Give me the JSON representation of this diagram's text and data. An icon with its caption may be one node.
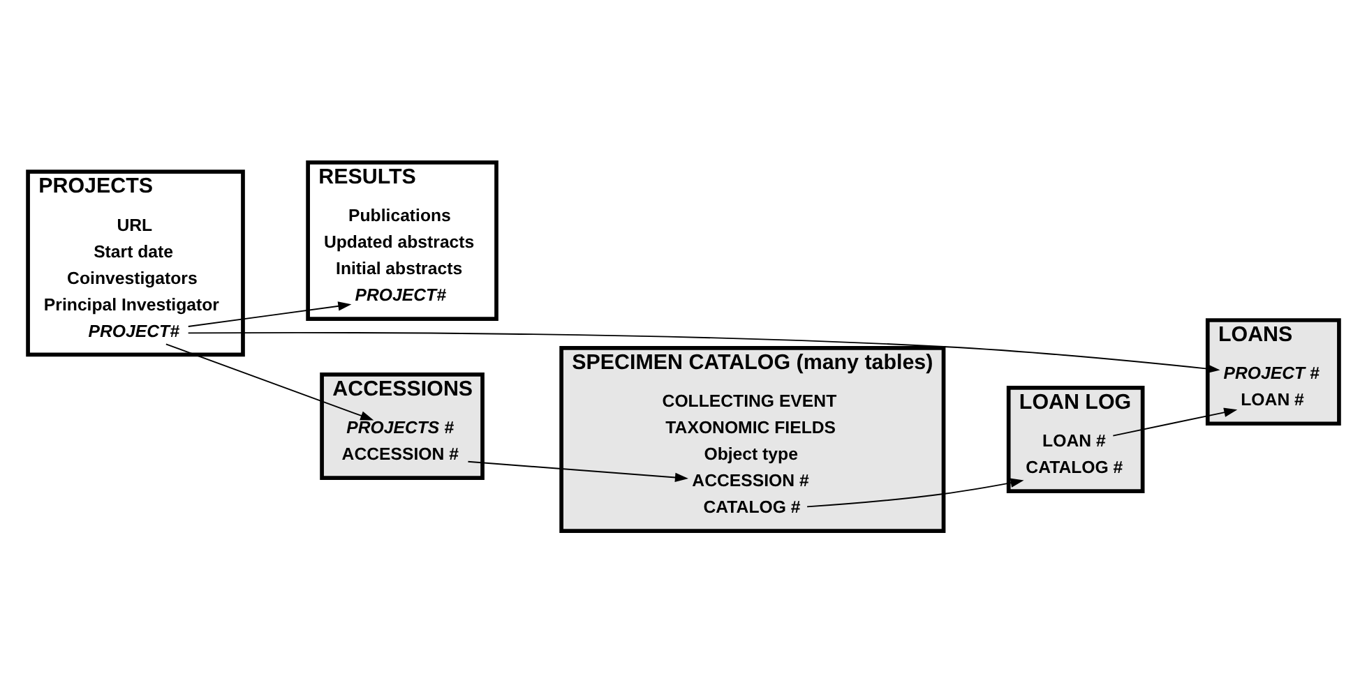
{
  "diagram": {
    "nodes": [
      {
        "text": [
          "PROJECTS"
        ]
      },
      {
        "text": [
          "PROJECT#"
        ],
        "in": 0
      },
      {
        "text": [
          "Principal Investigator"
        ],
        "in": 0
      },
      {
        "text": [
          "Coinvestigators"
        ],
        "in": 0
      },
      {
        "text": [
          "Start date"
        ],
        "in": 0
      },
      {
        "text": [
          "URL"
        ],
        "in": 0
      },
      {
        "text": [
          "RESULTS"
        ]
      },
      {
        "text": [
          "PROJECT#"
        ],
        "in": 6
      },
      {
        "text": [
          "Initial abstracts"
        ],
        "in": 6
      },
      {
        "text": [
          "Updated abstracts"
        ],
        "in": 6
      },
      {
        "text": [
          "Publications"
        ],
        "in": 6
      },
      {
        "text": [
          "LOANS"
        ]
      },
      {
        "text": [
          "LOAN #"
        ],
        "in": 11
      },
      {
        "text": [
          "PROJECT #"
        ],
        "in": 11
      },
      {
        "text": [
          "ACCESSIONS"
        ]
      },
      {
        "text": [
          "ACCESSION #"
        ],
        "in": 14
      },
      {
        "text": [
          "PROJECTS #"
        ],
        "in": 14
      },
      {
        "text": [
          "SPECIMEN CATALOG (many tables)"
        ]
      },
      {
        "text": [
          "CATALOG #"
        ],
        "in": 17
      },
      {
        "text": [
          "ACCESSION #"
        ],
        "in": 17
      },
      {
        "text": [
          "Object type"
        ],
        "in": 17
      },
      {
        "text": [
          "TAXONOMIC FIELDS"
        ],
        "in": 17
      },
      {
        "text": [
          "COLLECTING EVENT"
        ],
        "in": 17
      },
      {
        "text": [
          "LOAN LOG"
        ]
      },
      {
        "text": [
          "CATALOG #"
        ],
        "in": 23
      },
      {
        "text": [
          "LOAN #"
        ],
        "in": 23
      }
    ],
    "edges": [
      {
        "from": 1,
        "to": 7,
        "arrow": "to"
      },
      {
        "from": 1,
        "to": 13,
        "arrow": "to"
      },
      {
        "from": 1,
        "to": 16,
        "arrow": "to"
      },
      {
        "from": 15,
        "to": 19,
        "arrow": "to"
      },
      {
        "from": 18,
        "to": 24,
        "arrow": "to"
      },
      {
        "from": 25,
        "to": 12,
        "arrow": "to"
      }
    ]
  }
}
